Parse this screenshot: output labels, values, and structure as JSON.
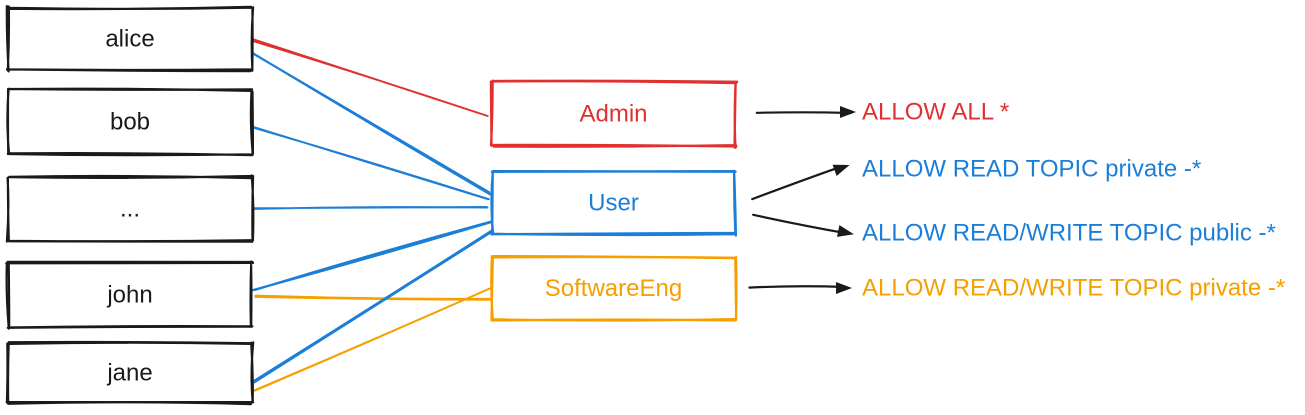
{
  "palette": {
    "black": "#1a1a1a",
    "red": "#e03131",
    "blue": "#1c7ed6",
    "orange": "#f59f00",
    "background": "#ffffff"
  },
  "diagram": {
    "users": [
      {
        "id": "alice",
        "label": "alice"
      },
      {
        "id": "bob",
        "label": "bob"
      },
      {
        "id": "dots",
        "label": "..."
      },
      {
        "id": "john",
        "label": "john"
      },
      {
        "id": "jane",
        "label": "jane"
      }
    ],
    "roles": [
      {
        "id": "admin",
        "label": "Admin",
        "color": "red"
      },
      {
        "id": "user",
        "label": "User",
        "color": "blue"
      },
      {
        "id": "softwareeng",
        "label": "SoftwareEng",
        "color": "orange"
      }
    ],
    "permissions": [
      {
        "id": "p-allow-all",
        "label": "ALLOW ALL *",
        "color": "red"
      },
      {
        "id": "p-read-private",
        "label": "ALLOW READ TOPIC private -*",
        "color": "blue"
      },
      {
        "id": "p-rw-public",
        "label": "ALLOW READ/WRITE TOPIC public -*",
        "color": "blue"
      },
      {
        "id": "p-rw-private",
        "label": "ALLOW READ/WRITE TOPIC private -*",
        "color": "orange"
      }
    ],
    "memberships": [
      {
        "from": "alice",
        "to": "admin"
      },
      {
        "from": "alice",
        "to": "user"
      },
      {
        "from": "bob",
        "to": "user"
      },
      {
        "from": "dots",
        "to": "user"
      },
      {
        "from": "john",
        "to": "user"
      },
      {
        "from": "john",
        "to": "softwareeng"
      },
      {
        "from": "jane",
        "to": "user"
      },
      {
        "from": "jane",
        "to": "softwareeng"
      }
    ],
    "grants": [
      {
        "from": "admin",
        "to": "p-allow-all"
      },
      {
        "from": "user",
        "to": "p-read-private"
      },
      {
        "from": "user",
        "to": "p-rw-public"
      },
      {
        "from": "softwareeng",
        "to": "p-rw-private"
      }
    ]
  }
}
